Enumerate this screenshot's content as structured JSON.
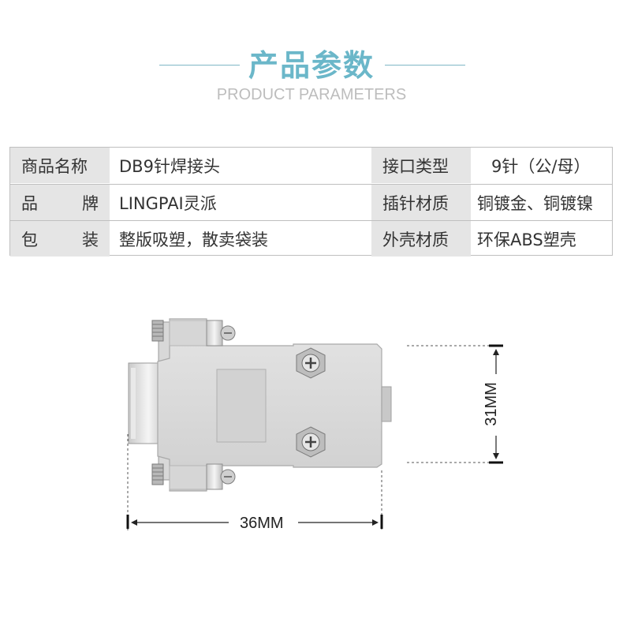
{
  "header": {
    "title": "产品参数",
    "subtitle": "PRODUCT PARAMETERS"
  },
  "params": [
    {
      "label1": "商品名称",
      "value1": "DB9针焊接头",
      "label2": "接口类型",
      "value2": "9针（公/母）"
    },
    {
      "label1": [
        "品",
        "牌"
      ],
      "value1": "LINGPAI灵派",
      "label2": "插针材质",
      "value2": "铜镀金、铜镀镍"
    },
    {
      "label1": [
        "包",
        "装"
      ],
      "value1": "整版吸塑，散卖袋装",
      "label2": "外壳材质",
      "value2": "环保ABS塑壳"
    }
  ],
  "dimensions": {
    "width": "36MM",
    "height": "31MM"
  },
  "colors": {
    "accent": "#6bb7c9",
    "label_bg": "#e5e5e5",
    "border": "#bfbfbf",
    "shell": "#dcdcdc"
  }
}
